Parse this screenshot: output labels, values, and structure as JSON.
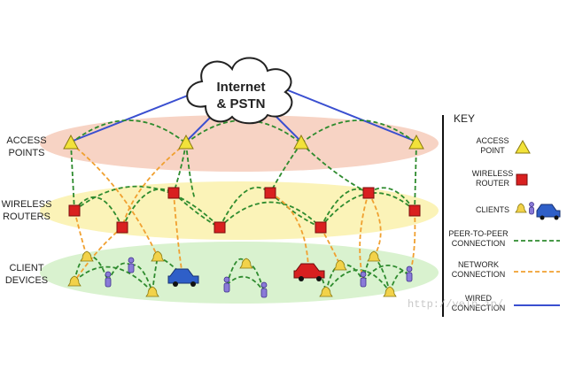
{
  "diagram": {
    "cloud_label": [
      "Internet",
      "& PSTN"
    ],
    "layers": [
      {
        "key": "access",
        "lines": [
          "ACCESS",
          "POINTS"
        ]
      },
      {
        "key": "routers",
        "lines": [
          "WIRELESS",
          "ROUTERS"
        ]
      },
      {
        "key": "clients",
        "lines": [
          "CLIENT",
          "DEVICES"
        ]
      }
    ],
    "key": {
      "title": "KEY",
      "items": [
        {
          "lines": [
            "ACCESS",
            "POINT"
          ],
          "symbol": "access-point"
        },
        {
          "lines": [
            "WIRELESS",
            "ROUTER"
          ],
          "symbol": "wireless-router"
        },
        {
          "lines": [
            "CLIENTS"
          ],
          "symbol": "clients"
        },
        {
          "lines": [
            "PEER-TO-PEER",
            "CONNECTION"
          ],
          "symbol": "peer-to-peer-line"
        },
        {
          "lines": [
            "NETWORK",
            "CONNECTION"
          ],
          "symbol": "network-line"
        },
        {
          "lines": [
            "WIRED",
            "CONNECTION"
          ],
          "symbol": "wired-line"
        }
      ]
    },
    "watermark": "http://yelp.jp/",
    "colors": {
      "wired": "#3a4fd0",
      "peer": "#2e8b2e",
      "network": "#f0a030",
      "access_band": "#f7d3c4",
      "router_band": "#fbf3b8",
      "client_band": "#d9f2cf",
      "router": "#d92020",
      "access_point": "#f2e23a"
    }
  }
}
